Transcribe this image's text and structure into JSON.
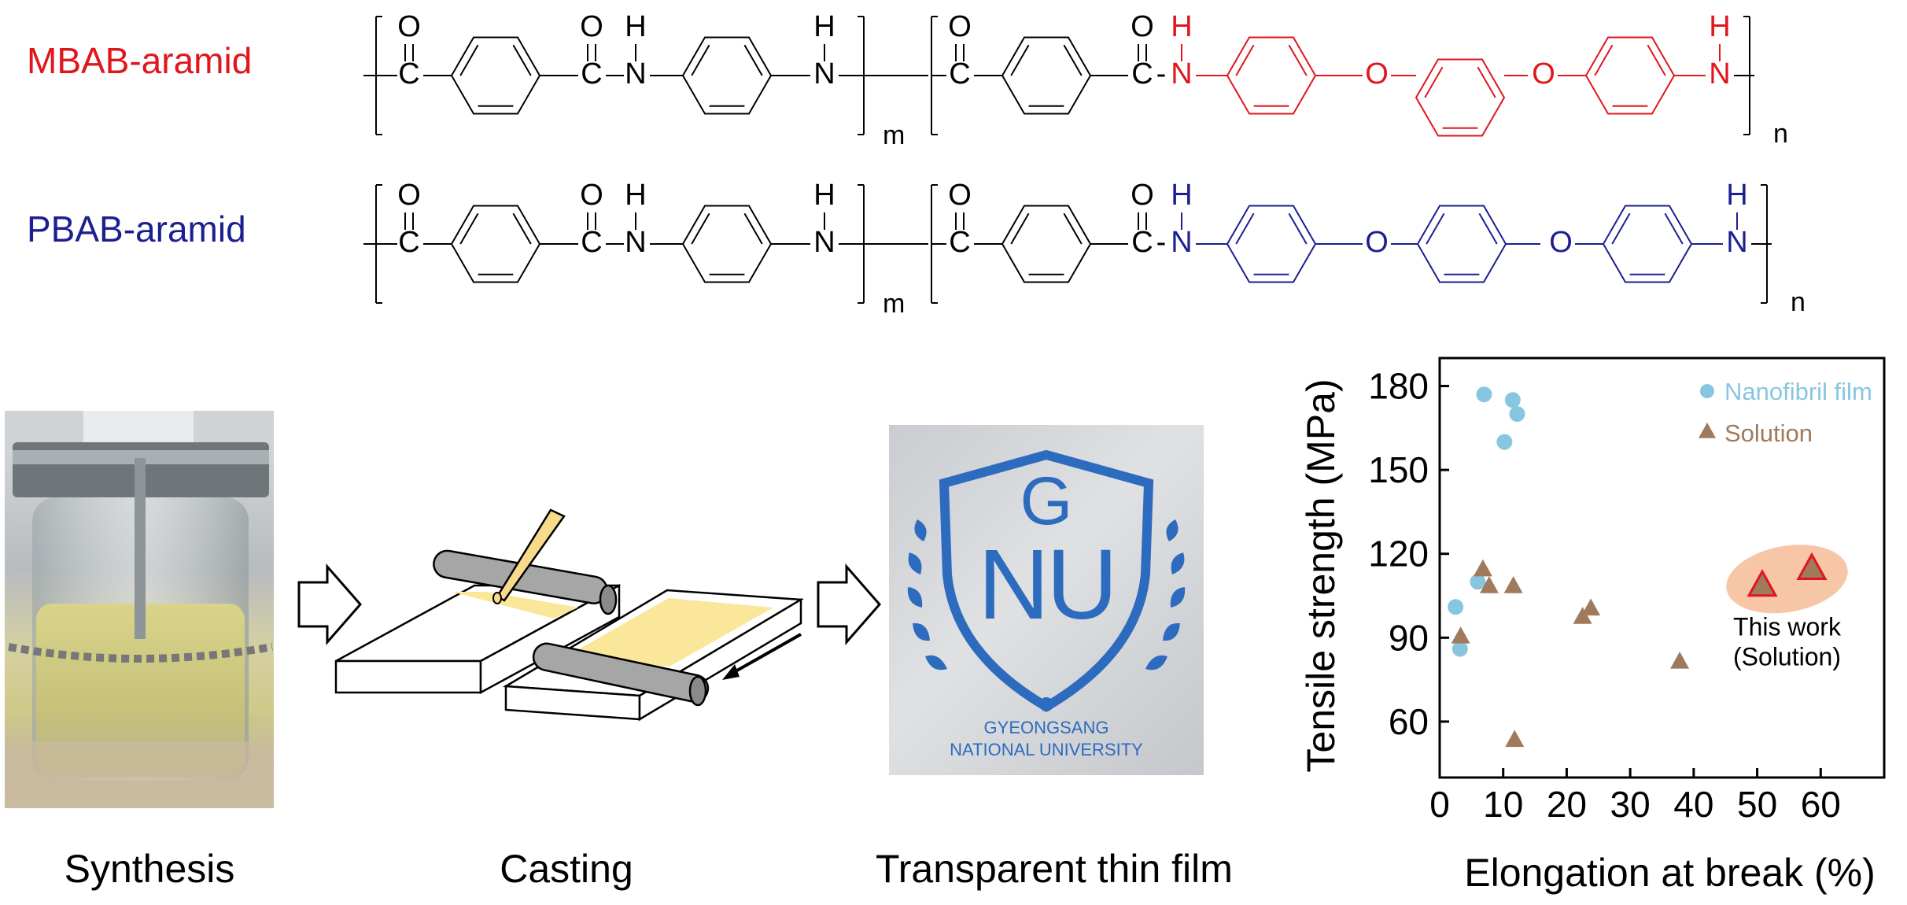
{
  "polymers": [
    {
      "name": "MBAB-aramid",
      "color": "#e0161c",
      "subscript_1": "m",
      "subscript_2": "n"
    },
    {
      "name": "PBAB-aramid",
      "color": "#1b1f8f",
      "subscript_1": "m",
      "subscript_2": "n"
    }
  ],
  "atoms": {
    "oxygen": "O",
    "carbon": "C",
    "nitrogen": "N",
    "hydrogen": "H",
    "bond": "-"
  },
  "captions": {
    "synthesis": "Synthesis",
    "casting": "Casting",
    "film": "Transparent thin film"
  },
  "logo": {
    "letters_top": "G",
    "letters_main": "NU",
    "line1": "GYEONGSANG",
    "line2": "NATIONAL UNIVERSITY",
    "color": "#2d6bbf"
  },
  "chart_data": {
    "type": "scatter",
    "xlabel": "Elongation at break (%)",
    "ylabel": "Tensile strength (MPa)",
    "xlim": [
      0,
      70
    ],
    "ylim": [
      40,
      190
    ],
    "xticks": [
      0,
      10,
      20,
      30,
      40,
      50,
      60
    ],
    "yticks": [
      60,
      90,
      120,
      150,
      180
    ],
    "legend_position": "top-right",
    "series": [
      {
        "name": "Nanofibril film",
        "marker": "circle",
        "color": "#88c6e0",
        "points": [
          [
            7,
            177
          ],
          [
            11.5,
            175
          ],
          [
            12.2,
            170
          ],
          [
            10.2,
            160
          ],
          [
            6,
            110
          ],
          [
            2.5,
            101
          ],
          [
            3.2,
            86
          ]
        ]
      },
      {
        "name": "Solution",
        "marker": "triangle",
        "color": "#a07a5c",
        "points": [
          [
            6.8,
            114
          ],
          [
            7.8,
            108
          ],
          [
            11.6,
            108
          ],
          [
            23.8,
            100
          ],
          [
            22.5,
            97
          ],
          [
            3.3,
            90
          ],
          [
            37.8,
            81
          ],
          [
            11.8,
            53
          ]
        ]
      },
      {
        "marker": "triangle-highlight",
        "color": "#a07a5c",
        "edge_color": "#e0161c",
        "points": [
          [
            50.8,
            108
          ],
          [
            58.6,
            114
          ]
        ]
      }
    ],
    "annotation": {
      "line1": "This work",
      "line2": "(Solution)",
      "highlight_color": "#f6c6a6"
    }
  }
}
